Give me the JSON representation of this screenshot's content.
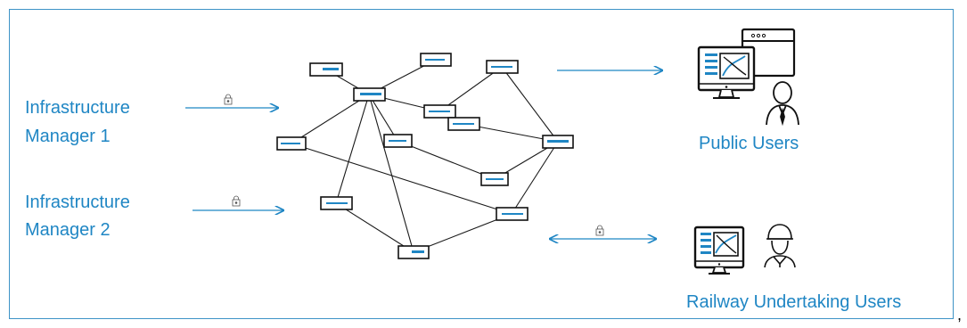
{
  "actors": {
    "im1_line1": "Infrastructure",
    "im1_line2": "Manager 1",
    "im2_line1": "Infrastructure",
    "im2_line2": "Manager 2",
    "public_users": "Public Users",
    "ru_users": "Railway Undertaking Users"
  },
  "stray_mark": ",",
  "icons": {
    "lock": "lock-icon",
    "monitor": "monitor-icon",
    "browser": "browser-window-icon",
    "user": "user-icon",
    "worker": "railway-worker-icon"
  },
  "colors": {
    "accent": "#1f86c4",
    "frame": "#3d93c6",
    "node_bar": "#1f86c4",
    "outline": "#111111"
  }
}
